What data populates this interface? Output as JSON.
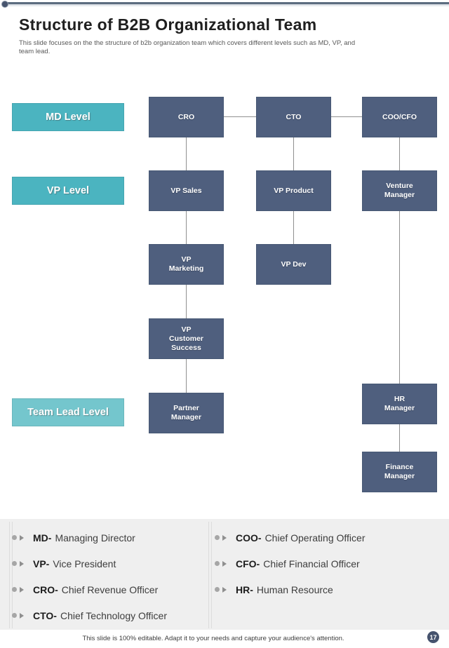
{
  "header": {
    "title": "Structure of B2B Organizational Team",
    "subtitle": "This slide focuses on the the structure of b2b organization team which covers different levels such as MD, VP,  and\nteam lead."
  },
  "org_chart": {
    "level_badges": [
      {
        "label": "MD Level"
      },
      {
        "label": "VP Level"
      },
      {
        "label": "Team Lead Level"
      }
    ],
    "nodes": [
      {
        "label": "CRO"
      },
      {
        "label": "CTO"
      },
      {
        "label": "COO/CFO"
      },
      {
        "label": "VP Sales"
      },
      {
        "label": "VP Product"
      },
      {
        "label": "Venture\nManager"
      },
      {
        "label": "VP\nMarketing"
      },
      {
        "label": "VP Dev"
      },
      {
        "label": "VP\nCustomer\nSuccess"
      },
      {
        "label": "Partner\nManager"
      },
      {
        "label": "HR\nManager"
      },
      {
        "label": "Finance\nManager"
      }
    ]
  },
  "legend": {
    "left_column": [
      {
        "abbr": "MD-",
        "meaning": "Managing Director"
      },
      {
        "abbr": "VP-",
        "meaning": "Vice President"
      },
      {
        "abbr": "CRO-",
        "meaning": "Chief Revenue Officer"
      },
      {
        "abbr": "CTO-",
        "meaning": "Chief Technology Officer"
      }
    ],
    "right_column": [
      {
        "abbr": "COO-",
        "meaning": "Chief Operating Officer"
      },
      {
        "abbr": "CFO-",
        "meaning": "Chief Financial Officer"
      },
      {
        "abbr": "HR-",
        "meaning": "Human Resource"
      }
    ]
  },
  "footer": {
    "note": "This slide is 100% editable. Adapt it to your needs and capture your audience's attention.",
    "page_number": "17"
  },
  "colors": {
    "teal_badge": "#4bb4c0",
    "teal_badge_light": "#74c6cd",
    "node_box": "#4f5f7e",
    "connector": "#909090",
    "legend_background": "#efefef",
    "page_circle": "#46536e"
  }
}
